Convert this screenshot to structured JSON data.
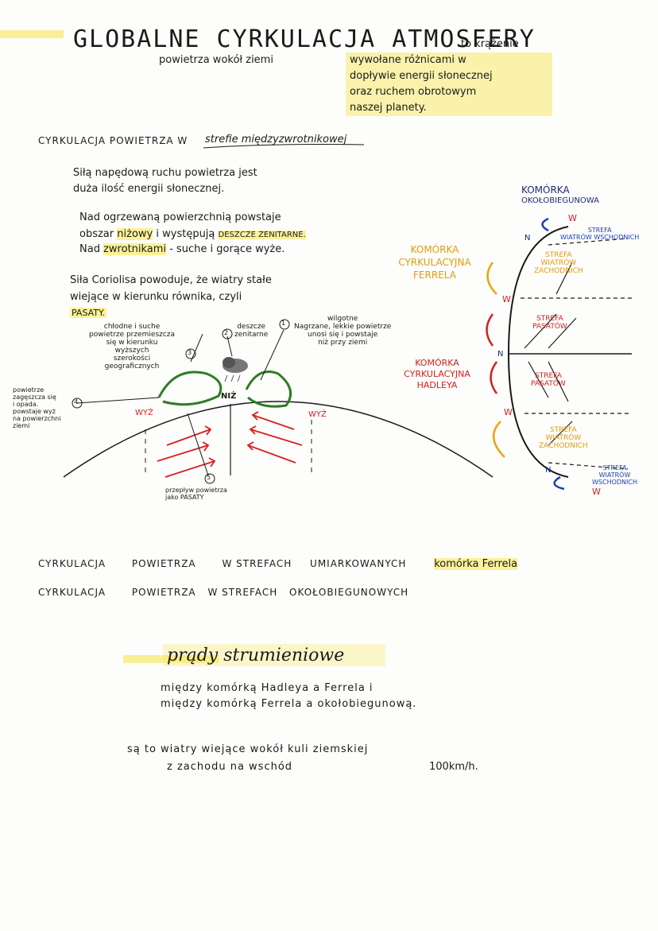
{
  "header": {
    "title": "GLOBALNE CYRKULACJA ATMOSFERY",
    "subtitle": "powietrza wokół ziemi",
    "definition": [
      "to krążenie",
      "wywołane różnicami w",
      "dopływie energii słonecznej",
      "oraz ruchem obrotowym",
      "naszej planety."
    ]
  },
  "section1": {
    "heading": "CYRKULACJA POWIETRZA W",
    "heading_zone": "strefie międzyzwrotnikowej",
    "p1": [
      "Siłą napędową ruchu powietrza jest",
      "duża ilość energii słonecznej."
    ],
    "p2_l1a": "Nad ogrzewaną powierzchnią powstaje",
    "p2_l2a": "obszar",
    "p2_l2b": "niżowy",
    "p2_l2c": "i występują",
    "p2_l2d": "DESZCZE ZENITARNE.",
    "p2_l3a": "Nad",
    "p2_l3b": "zwrotnikami",
    "p2_l3c": "- suche i gorące wyże.",
    "p3_l1": "Siła Coriolisa powoduje, że wiatry stałe",
    "p3_l2": "wiejące w kierunku równika, czyli",
    "p3_l3": "PASATY."
  },
  "diagram": {
    "n1": "1",
    "n1_label": [
      "wilgotne",
      "Nagrzane, lekkie powietrze",
      "unosi się i powstaje",
      "niż przy ziemi"
    ],
    "n2": "2",
    "n2_label": [
      "deszcze",
      "zenitarne"
    ],
    "n3": "3",
    "n3_label": [
      "chłodne i suche",
      "powietrze przemieszcza",
      "się w kierunku",
      "wyższych",
      "szerokości",
      "geograficznych"
    ],
    "n4": "4",
    "n4_label": [
      "powietrze",
      "zagęszcza się",
      "i opada.",
      "powstaje wyż",
      "na powierzchni",
      "ziemi"
    ],
    "n5": "5",
    "n5_label": [
      "przepływ powietrza",
      "jako PASATY"
    ],
    "nizh": "NIŻ",
    "wyz_left": "WYŻ",
    "wyz_right": "WYŻ"
  },
  "cells": {
    "ferrel_label": [
      "KOMÓRKA",
      "CYRKULACYJNA",
      "FERRELA"
    ],
    "hadley_label": [
      "KOMÓRKA",
      "CYRKULACYJNA",
      "HADLEYA"
    ],
    "polar_label": [
      "KOMÓRKA",
      "OKOŁOBIEGUNOWA"
    ],
    "zone_east_top": [
      "STREFA",
      "WIATRÓW WSCHODNICH"
    ],
    "zone_west_top": [
      "STREFA",
      "WIATRÓW",
      "ZACHODNICH"
    ],
    "zone_trade_top": [
      "STREFA",
      "PASATÓW"
    ],
    "zone_trade_bottom": [
      "STREFA",
      "PASATÓW"
    ],
    "zone_west_bottom": [
      "STREFA",
      "WIATRÓW",
      "ZACHODNICH"
    ],
    "zone_east_bottom": [
      "STREFA",
      "WIATRÓW",
      "WSCHODNICH"
    ],
    "marks": {
      "W": "W",
      "N": "N"
    }
  },
  "section2": {
    "row1": [
      "CYRKULACJA",
      "POWIETRZA",
      "W STREFACH",
      "UMIARKOWANYCH",
      "komórka Ferrela"
    ],
    "row2": [
      "CYRKULACJA",
      "POWIETRZA",
      "W STREFACH",
      "OKOŁOBIEGUNOWYCH"
    ]
  },
  "section3": {
    "heading": "prądy strumieniowe",
    "lines": [
      "między komórką Hadleya a Ferrela i",
      "między komórką Ferrela a okołobiegunową."
    ],
    "winds_l1": "są to wiatry wiejące wokół kuli ziemskiej",
    "winds_l2": "z zachodu na wschód",
    "speed": "100km/h."
  },
  "colors": {
    "ink": "#1a1a1a",
    "highlight": "#f7e96a",
    "red": "#d42020",
    "green": "#2e7d22",
    "orange": "#e8a614",
    "navy": "#1e2a78"
  }
}
